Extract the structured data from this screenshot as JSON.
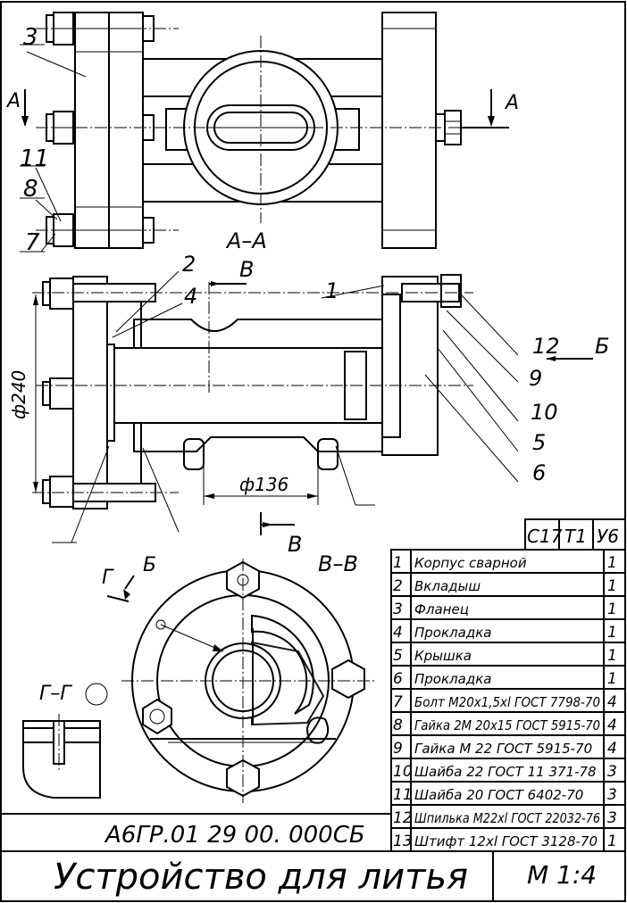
{
  "labels": {
    "section_aa": "А–А",
    "section_bb": "В–В",
    "section_gg": "Г–Г",
    "cut_a": "А",
    "cut_b": "Б",
    "cut_v": "В",
    "cut_g": "Г",
    "dim_240": "ф240",
    "dim_136": "ф136"
  },
  "callouts": {
    "c1": "1",
    "c2": "2",
    "c3": "3",
    "c4": "4",
    "c5": "5",
    "c6": "6",
    "c7": "7",
    "c8": "8",
    "c9": "9",
    "c10": "10",
    "c11": "11",
    "c12": "12"
  },
  "grade": {
    "a": "С17",
    "b": "Т1",
    "c": "У6"
  },
  "parts": [
    {
      "num": "1",
      "name": "Корпус сварной",
      "qty": "1"
    },
    {
      "num": "2",
      "name": "Вкладыш",
      "qty": "1"
    },
    {
      "num": "3",
      "name": "Фланец",
      "qty": "1"
    },
    {
      "num": "4",
      "name": "Прокладка",
      "qty": "1"
    },
    {
      "num": "5",
      "name": "Крышка",
      "qty": "1"
    },
    {
      "num": "6",
      "name": "Прокладка",
      "qty": "1"
    },
    {
      "num": "7",
      "name": "Болт М20х1,5хl ГОСТ 7798-70",
      "qty": "4"
    },
    {
      "num": "8",
      "name": "Гайка 2М 20х15 ГОСТ 5915-70",
      "qty": "4"
    },
    {
      "num": "9",
      "name": "Гайка М 22 ГОСТ 5915-70",
      "qty": "4"
    },
    {
      "num": "10",
      "name": "Шайба 22 ГОСТ 11 371-78",
      "qty": "3"
    },
    {
      "num": "11",
      "name": "Шайба 20 ГОСТ 6402-70",
      "qty": "3"
    },
    {
      "num": "12",
      "name": "Шпилька М22хl ГОСТ 22032-76",
      "qty": "3"
    },
    {
      "num": "13",
      "name": "Штифт 12хl ГОСТ 3128-70",
      "qty": "1"
    }
  ],
  "designation": "А6ГР.01 29 00. 000СБ",
  "title": "Устройство для литья",
  "scale": "М  1:4"
}
